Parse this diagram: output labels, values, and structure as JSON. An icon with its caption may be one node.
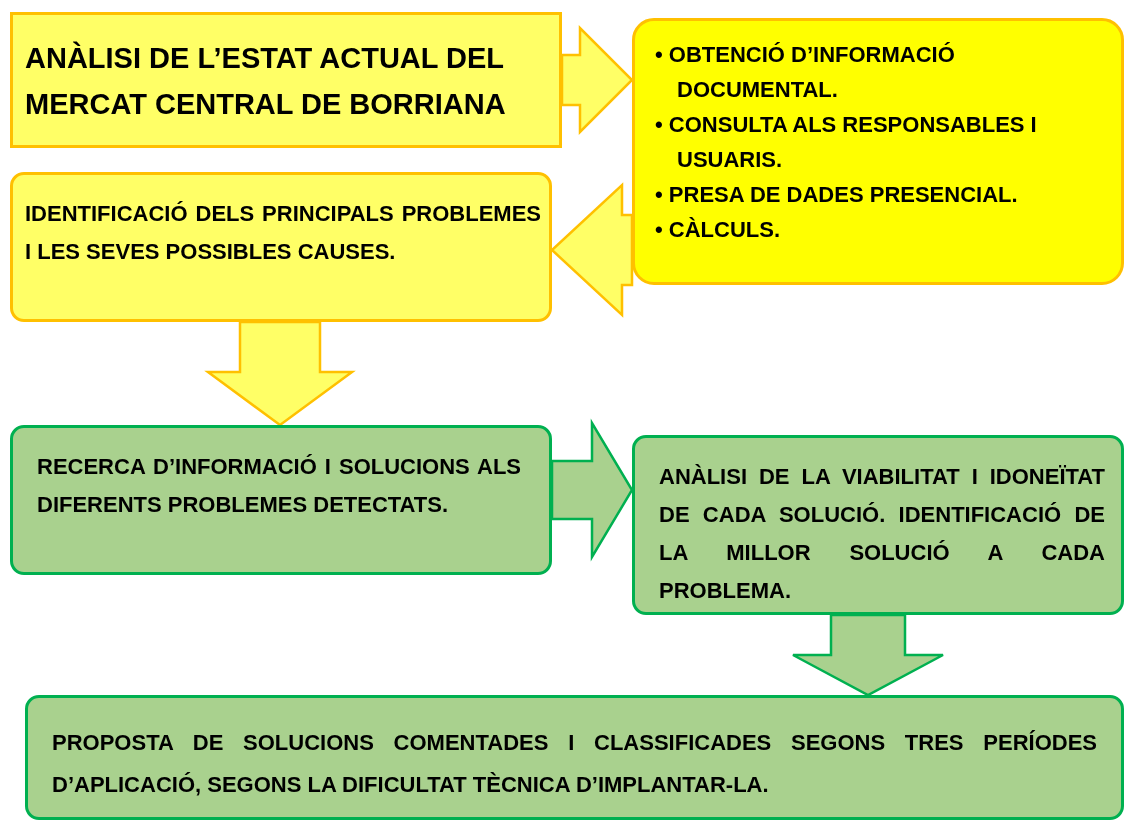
{
  "diagram": {
    "nodes": [
      {
        "text": [
          "ANÀLISI DE L’ESTAT ACTUAL DEL MERCAT CENTRAL DE BORRIANA"
        ]
      },
      {
        "text": [
          "• OBTENCIÓ D’INFORMACIÓ DOCUMENTAL.",
          "• CONSULTA ALS RESPONSABLES I USUARIS.",
          "• PRESA DE DADES PRESENCIAL.",
          "• CÀLCULS."
        ]
      },
      {
        "text": [
          "IDENTIFICACIÓ DELS PRINCIPALS PROBLEMES I LES SEVES POSSIBLES CAUSES."
        ]
      },
      {
        "text": [
          "RECERCA D’INFORMACIÓ I SOLUCIONS ALS DIFERENTS PROBLEMES DETECTATS."
        ]
      },
      {
        "text": [
          "ANÀLISI DE LA VIABILITAT I IDONEÏTAT DE CADA SOLUCIÓ. IDENTIFICACIÓ DE LA MILLOR SOLUCIÓ A CADA PROBLEMA."
        ]
      },
      {
        "text": [
          "PROPOSTA DE SOLUCIONS COMENTADES I CLASSIFICADES SEGONS TRES PERÍODES D’APLICACIÓ, SEGONS LA DIFICULTAT TÈCNICA D’IMPLANTAR-LA."
        ]
      }
    ],
    "edges": [
      {
        "from": 0,
        "to": 1,
        "arrow": "to"
      },
      {
        "from": 1,
        "to": 2,
        "arrow": "to"
      },
      {
        "from": 2,
        "to": 3,
        "arrow": "to"
      },
      {
        "from": 3,
        "to": 4,
        "arrow": "to",
        "color": "#a9d18e"
      },
      {
        "from": 4,
        "to": 5,
        "arrow": "to",
        "color": "#a9d18e"
      }
    ]
  }
}
